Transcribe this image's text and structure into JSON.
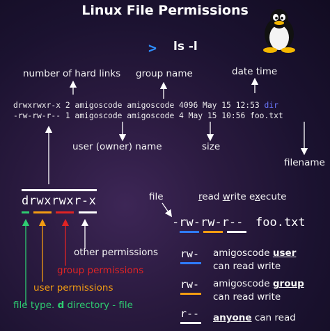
{
  "title": "Linux File Permissions",
  "command": {
    "arrow": ">",
    "text": "ls -l"
  },
  "labels": {
    "hard_links": "number of hard links",
    "group_name": "group name",
    "date_time": "date time",
    "owner_name": "user (owner) name",
    "size": "size",
    "filename": "filename",
    "file": "file",
    "rwx_r": "r",
    "rwx_ead": "ead ",
    "rwx_w": "w",
    "rwx_rite": "rite e",
    "rwx_x": "x",
    "rwx_ecute": "ecute",
    "other_permissions": "other permissions",
    "group_permissions": "group permissions",
    "user_permissions": "user permissions",
    "file_type": "file type. ",
    "file_type_d": "d",
    "file_type_rest": " directory - file"
  },
  "ls_lines": [
    {
      "text": "drwxrwxr-x 2 amigoscode amigoscode 4096 May 15 12:53 ",
      "name": "dir"
    },
    {
      "text": "-rw-rw-r-- 1 amigoscode amigoscode    4 May 15 10:56 ",
      "name": "foo.txt"
    }
  ],
  "perm_example": "drwxrwxr-x",
  "file_example": {
    "type": "-",
    "user": "rw-",
    "group": "rw-",
    "other": "r--",
    "name": "foo.txt"
  },
  "legend": [
    {
      "code": "rw-",
      "line1_pre": "amigoscode ",
      "line1_bold": "user",
      "line2": "can read write"
    },
    {
      "code": "rw-",
      "line1_pre": "amigoscode ",
      "line1_bold": "group",
      "line2": "can read write"
    },
    {
      "code": "r--",
      "line1_pre": "",
      "line1_bold": "anyone",
      "line2": "can read"
    }
  ],
  "colors": {
    "background": "#1b1230",
    "prompt": "#2f8fff",
    "dir": "#6b78ff",
    "type": "#2ecc71",
    "user": "#f39c12",
    "group": "#e02424",
    "other": "#ffffff",
    "legend_user": "#2f7bff"
  },
  "icons": [
    "tux-penguin-icon",
    "prompt-chevron-icon"
  ]
}
